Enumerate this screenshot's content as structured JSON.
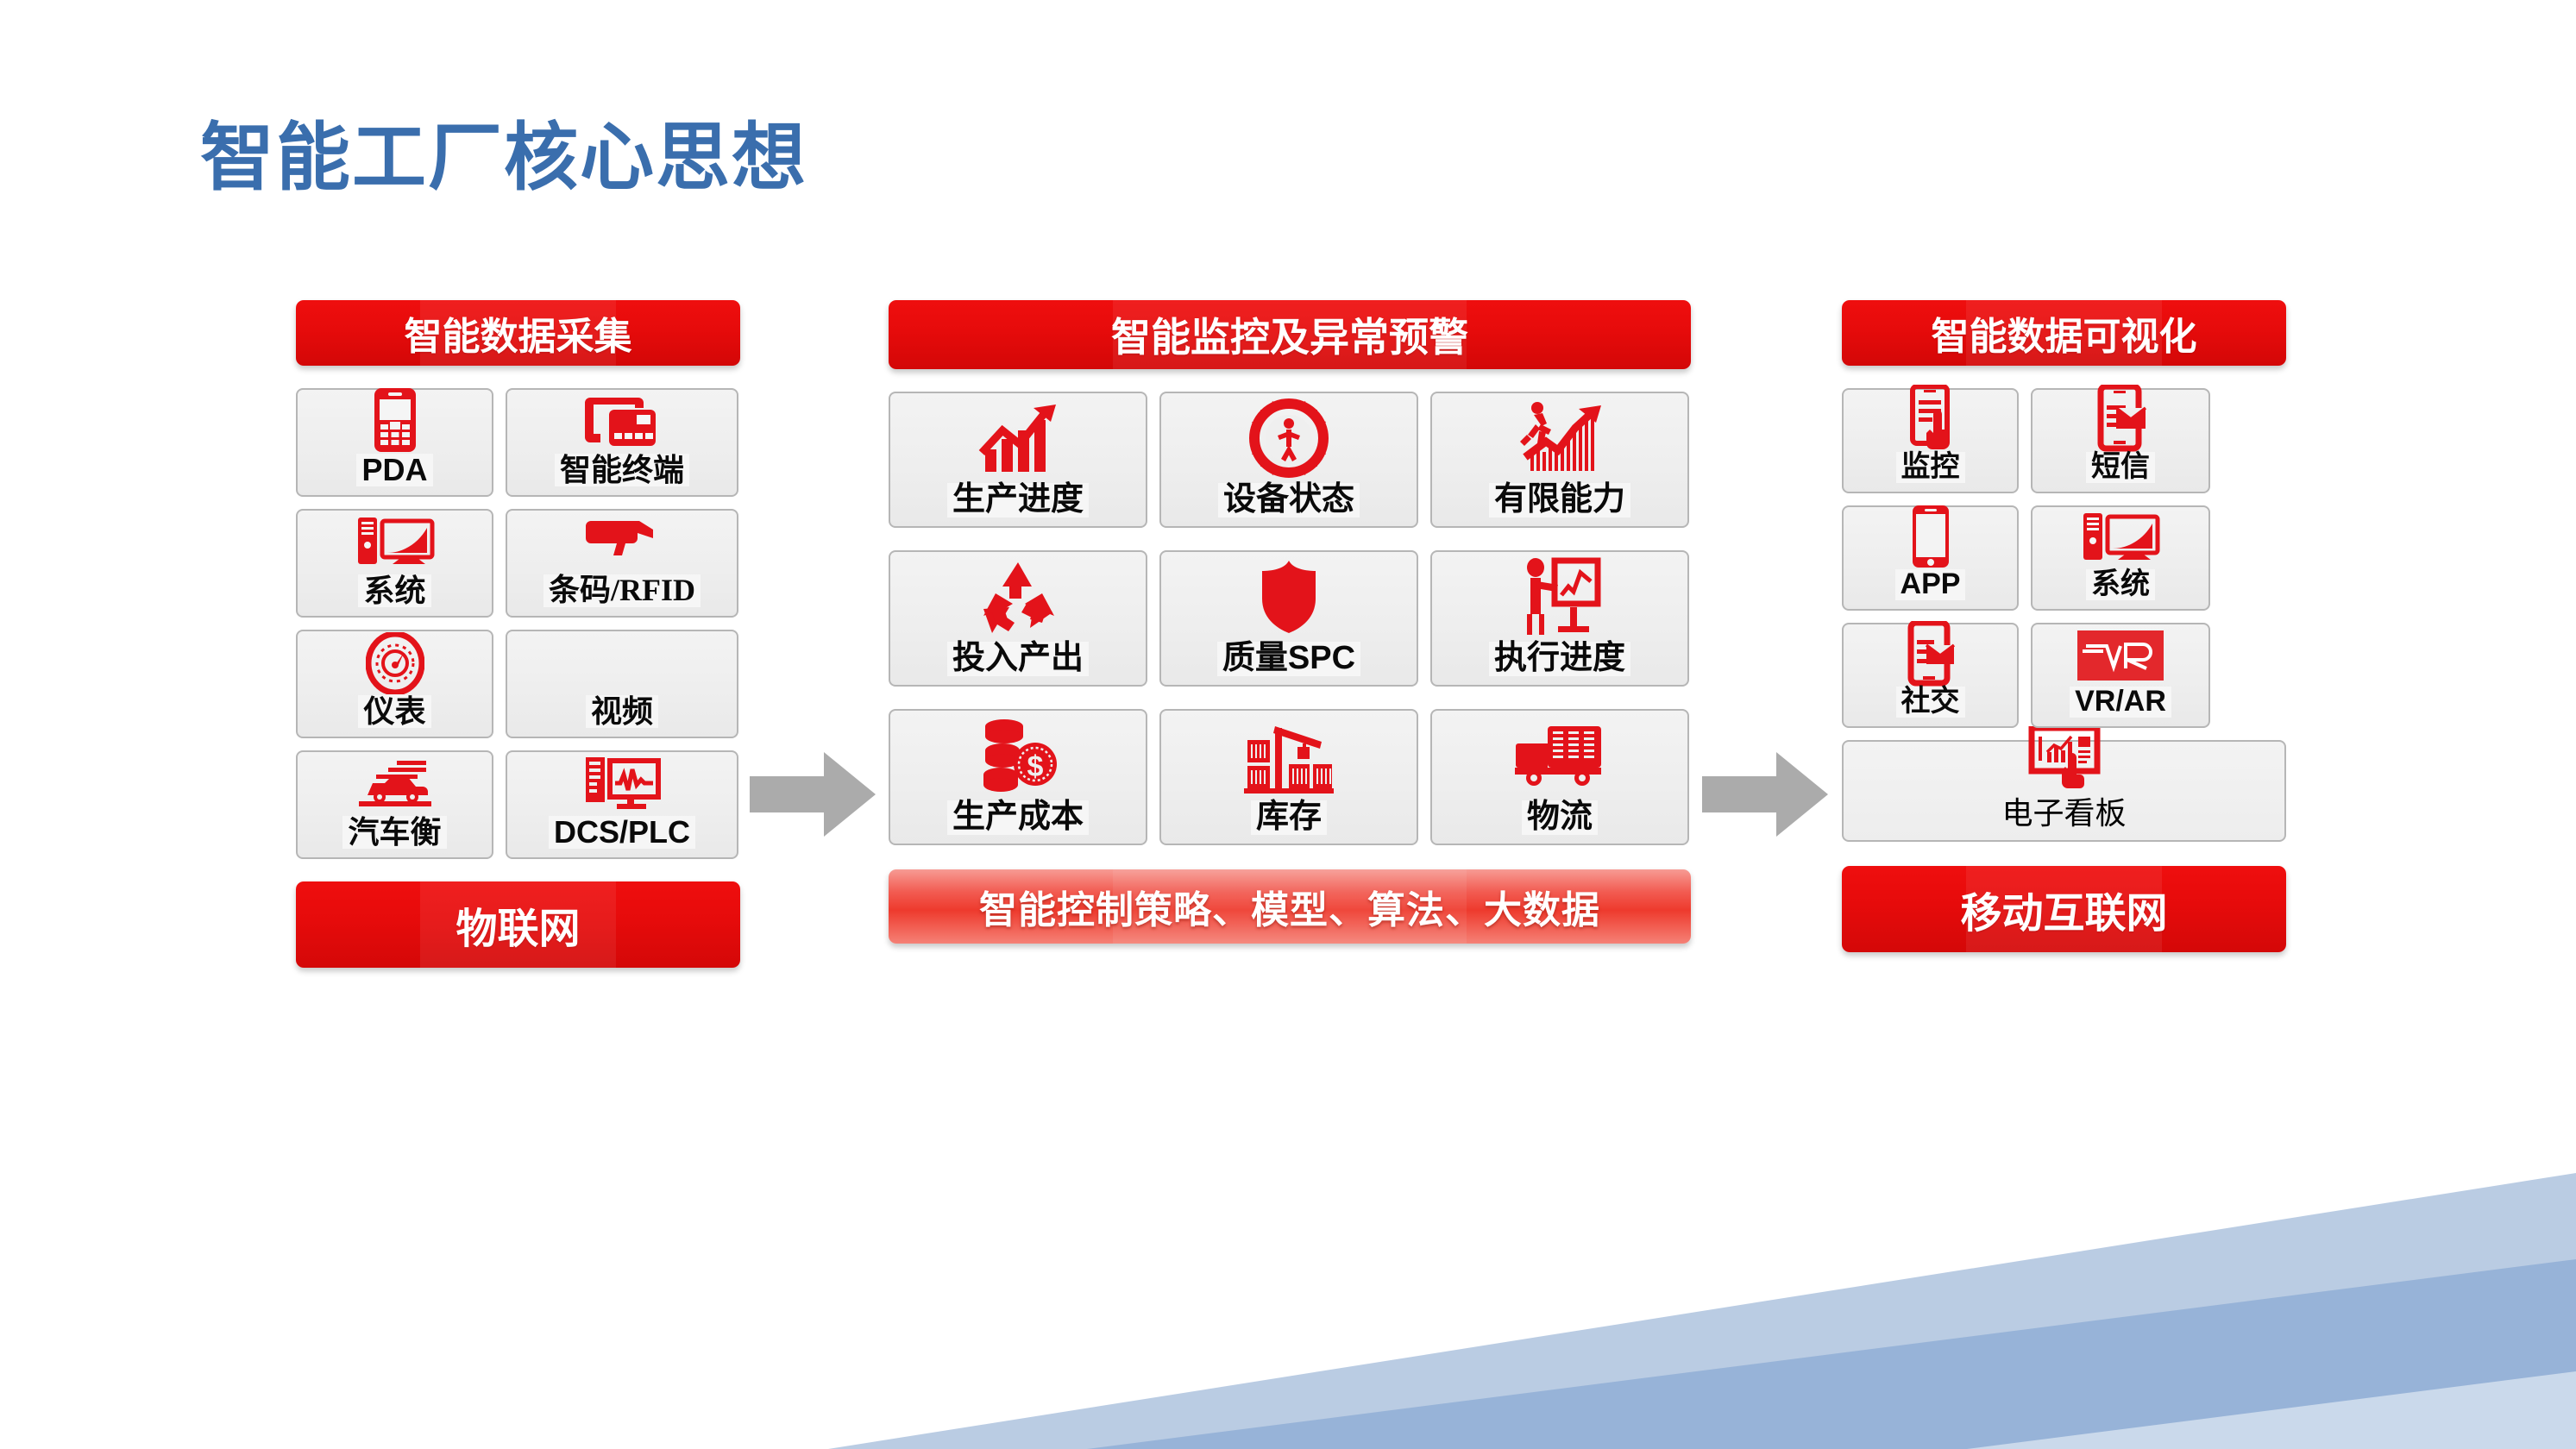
{
  "page": {
    "title": "智能工厂核心思想",
    "title_color": "#3a6ead",
    "accent_red": "#e30b13",
    "card_bg": "#eeeeee",
    "arrow_color": "#aaaaaa",
    "wedge_color": "#a8c0de"
  },
  "columns": [
    {
      "id": "left",
      "header": "智能数据采集",
      "footer": "物联网",
      "cards": [
        {
          "label": "PDA",
          "icon": "mobile-phone-icon",
          "style": "bold"
        },
        {
          "label": "智能终端",
          "icon": "card-reader-icon",
          "style": "bold"
        },
        {
          "label": "系统",
          "icon": "desktop-computer-icon",
          "style": "bold"
        },
        {
          "label": "条码/RFID",
          "icon": "barcode-scanner-icon",
          "style": "serif"
        },
        {
          "label": "仪表",
          "icon": "gauge-meter-icon",
          "style": "normal"
        },
        {
          "label": "视频",
          "icon": "none",
          "style": "normal"
        },
        {
          "label": "汽车衡",
          "icon": "car-scale-icon",
          "style": "bold"
        },
        {
          "label": "DCS/PLC",
          "icon": "monitor-waveform-icon",
          "style": "normal"
        }
      ]
    },
    {
      "id": "middle",
      "header": "智能监控及异常预警",
      "footer": "智能控制策略、模型、算法、大数据",
      "cards": [
        {
          "label": "生产进度",
          "icon": "bar-chart-up-arrow-icon"
        },
        {
          "label": "设备状态",
          "icon": "gear-person-icon"
        },
        {
          "label": "有限能力",
          "icon": "runner-growth-chart-icon"
        },
        {
          "label": "投入产出",
          "icon": "recycle-icon"
        },
        {
          "label": "质量SPC",
          "icon": "shield-icon"
        },
        {
          "label": "执行进度",
          "icon": "presenter-board-icon"
        },
        {
          "label": "生产成本",
          "icon": "coins-money-icon"
        },
        {
          "label": "库存",
          "icon": "crane-warehouse-icon"
        },
        {
          "label": "物流",
          "icon": "delivery-truck-icon"
        }
      ]
    },
    {
      "id": "right",
      "header": "智能数据可视化",
      "footer": "移动互联网",
      "cards": [
        {
          "label": "监控",
          "icon": "phone-hand-tap-icon",
          "style": "normal"
        },
        {
          "label": "短信",
          "icon": "phone-envelope-icon",
          "style": "bold"
        },
        {
          "label": "APP",
          "icon": "smartphone-icon",
          "style": "bold"
        },
        {
          "label": "系统",
          "icon": "desktop-computer-icon",
          "style": "bold"
        },
        {
          "label": "社交",
          "icon": "phone-message-icon",
          "style": "small"
        },
        {
          "label": "VR/AR",
          "icon": "vr-badge-icon",
          "style": "small-bold"
        }
      ],
      "wide_card": {
        "label": "电子看板",
        "icon": "dashboard-hand-icon"
      }
    }
  ],
  "arrows": [
    {
      "name": "flow-arrow-1",
      "glyph": "→"
    },
    {
      "name": "flow-arrow-2",
      "glyph": "→"
    }
  ]
}
